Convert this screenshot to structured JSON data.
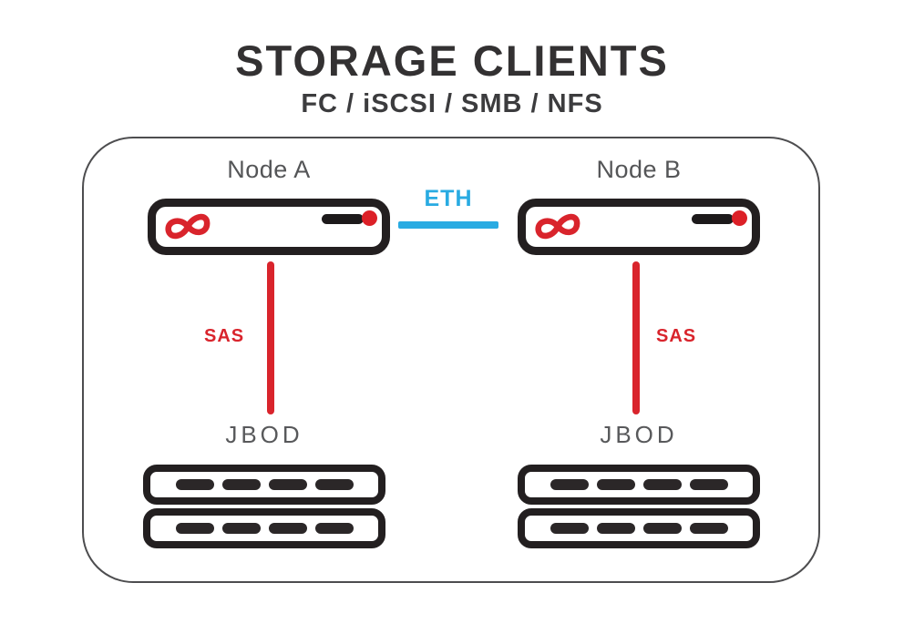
{
  "header": {
    "title": "STORAGE CLIENTS",
    "subtitle": "FC / iSCSI / SMB / NFS"
  },
  "diagram": {
    "interconnect": {
      "label": "ETH",
      "type": "ethernet-link"
    },
    "nodes": [
      {
        "label": "Node A",
        "sas_label": "SAS",
        "jbod_label": "JBOD",
        "shelves": 2,
        "drive_slots_per_shelf": 4,
        "server_icons": [
          "infinity-logo",
          "status-bar",
          "power-led"
        ]
      },
      {
        "label": "Node B",
        "sas_label": "SAS",
        "jbod_label": "JBOD",
        "shelves": 2,
        "drive_slots_per_shelf": 4,
        "server_icons": [
          "infinity-logo",
          "status-bar",
          "power-led"
        ]
      }
    ]
  },
  "colors": {
    "accent_red": "#d9242c",
    "accent_blue": "#29abe2",
    "outline_dark": "#231f20",
    "label_gray": "#58595b",
    "title_dark": "#333132",
    "background": "#ffffff"
  }
}
